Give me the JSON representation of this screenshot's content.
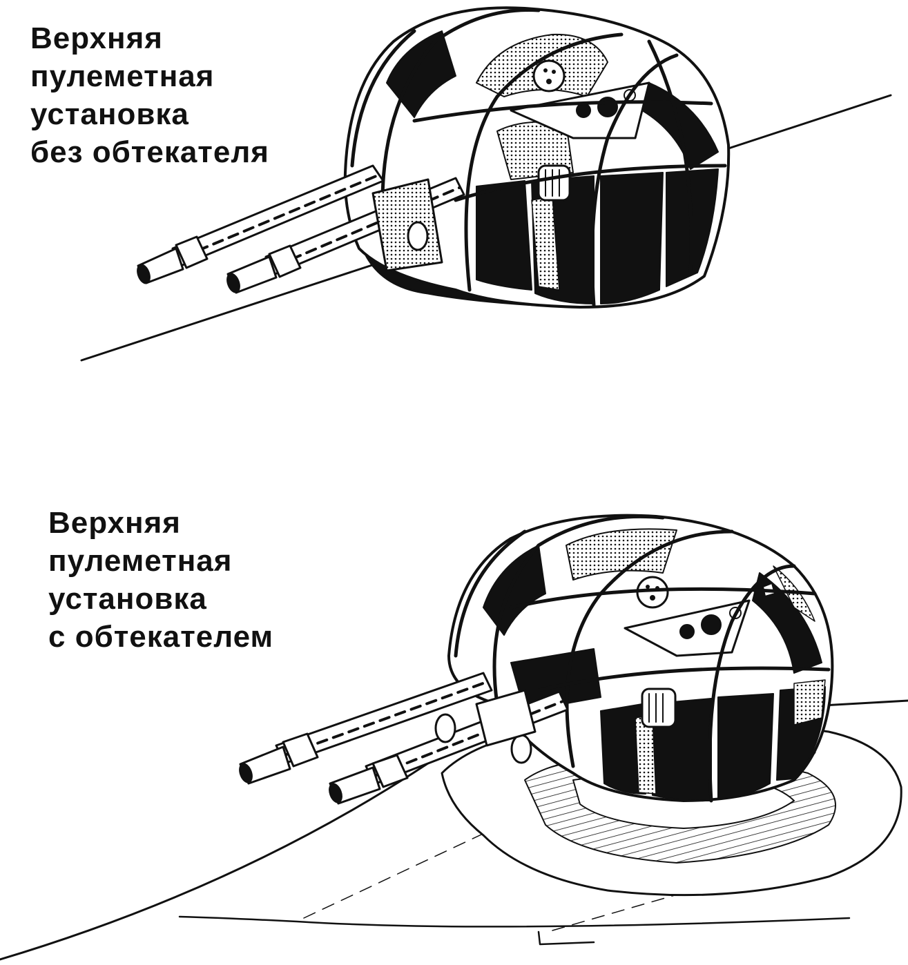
{
  "captions": {
    "top": {
      "line1": "Верхняя",
      "line2": "пулеметная",
      "line3": "установка",
      "line4": "без обтекателя"
    },
    "bottom": {
      "line1": "Верхняя",
      "line2": "пулеметная",
      "line3": "установка",
      "line4": "с обтекателем"
    }
  },
  "colors": {
    "ink": "#111111",
    "paper": "#ffffff",
    "screen_tone": "#9a9a9a"
  },
  "icons": {
    "top_figure": "twin-machine-gun-turret-without-fairing",
    "bottom_figure": "twin-machine-gun-turret-with-fairing"
  }
}
